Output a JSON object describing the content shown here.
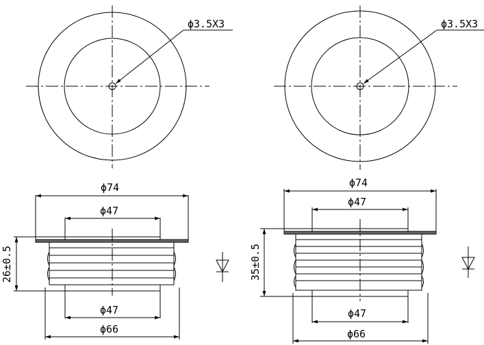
{
  "drawing": {
    "left": {
      "hole_callout": "ϕ3.5X3",
      "dim_top_outer": "ϕ74",
      "dim_top_inner": "ϕ47",
      "dim_bottom_inner": "ϕ47",
      "dim_bottom_outer": "ϕ66",
      "dim_height": "26±0.5"
    },
    "right": {
      "hole_callout": "ϕ3.5X3",
      "dim_top_outer": "ϕ74",
      "dim_top_inner": "ϕ47",
      "dim_bottom_inner": "ϕ47",
      "dim_bottom_outer": "ϕ66",
      "dim_height": "35±0.5"
    }
  },
  "symbol": {
    "name": "diode-symbol"
  }
}
